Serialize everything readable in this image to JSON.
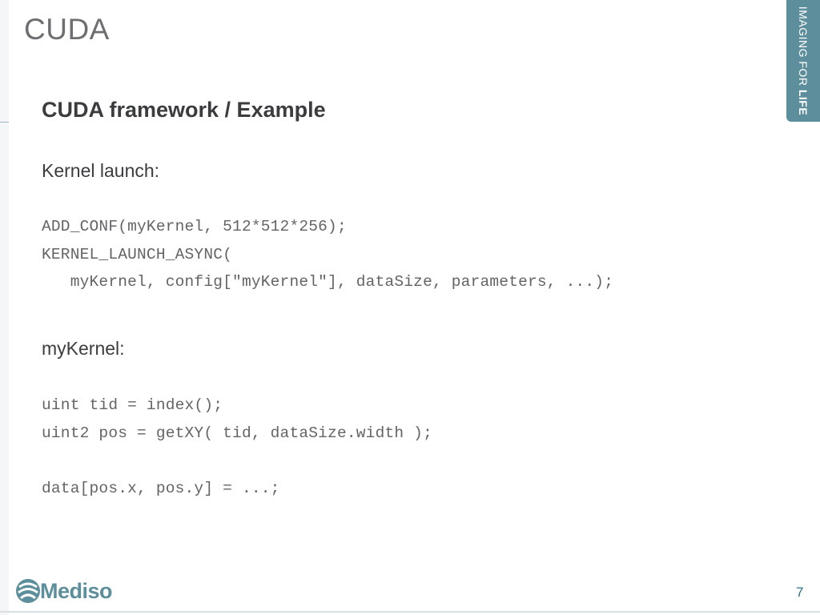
{
  "header": {
    "title": "CUDA",
    "brand_tab": {
      "normal": "IMAGING FOR ",
      "bold": "LIFE",
      "color": "#5d8e9c"
    }
  },
  "content": {
    "heading": "CUDA framework / Example",
    "kernel_launch_label": "Kernel launch:",
    "launch_code": [
      "ADD_CONF(myKernel, 512*512*256);",
      "KERNEL_LAUNCH_ASYNC(",
      "   myKernel, config[\"myKernel\"], dataSize, parameters, ...);"
    ],
    "mykernel_label": "myKernel:",
    "kernel_code": [
      "uint tid = index();",
      "uint2 pos = getXY( tid, dataSize.width );",
      "",
      "data[pos.x, pos.y] = ...;"
    ]
  },
  "footer": {
    "logo_text": "Mediso",
    "logo_icon": "mediso-logo-icon",
    "page_number": "7"
  }
}
